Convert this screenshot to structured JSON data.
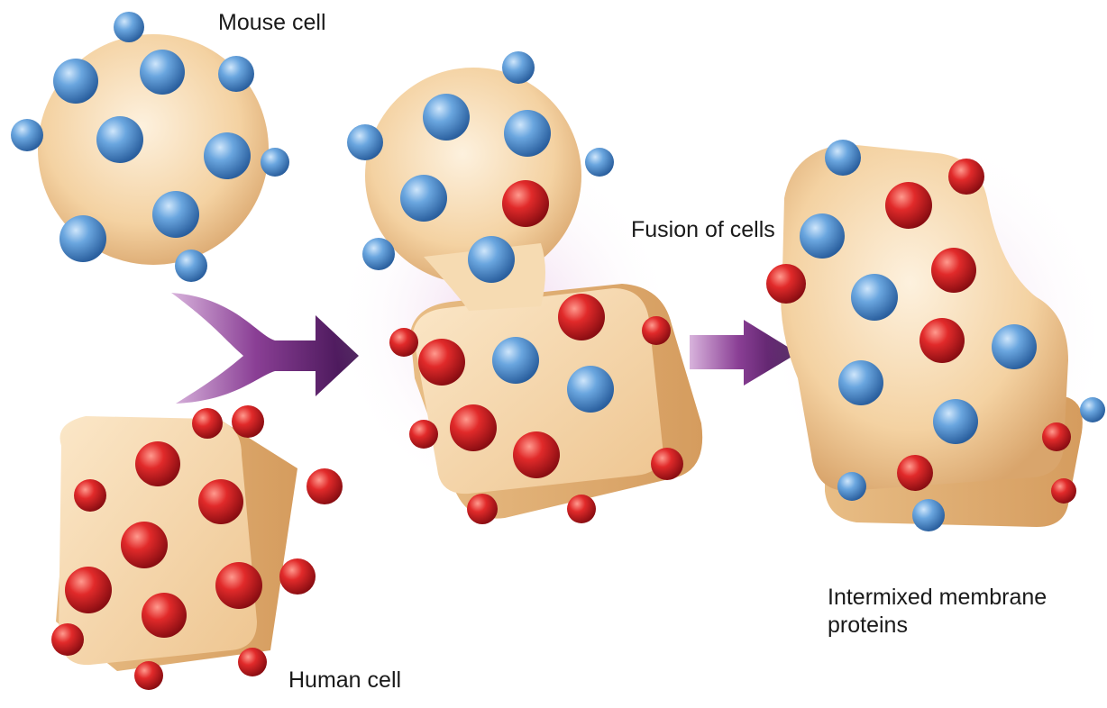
{
  "labels": {
    "mouse_cell": "Mouse cell",
    "human_cell": "Human cell",
    "fusion": "Fusion of cells",
    "intermixed": "Intermixed membrane proteins"
  },
  "colors": {
    "mouse_protein": "#3f7fc4",
    "human_protein": "#c81e24",
    "cell_body": "#f4d2a2",
    "arrow": "#5b1f6e"
  }
}
